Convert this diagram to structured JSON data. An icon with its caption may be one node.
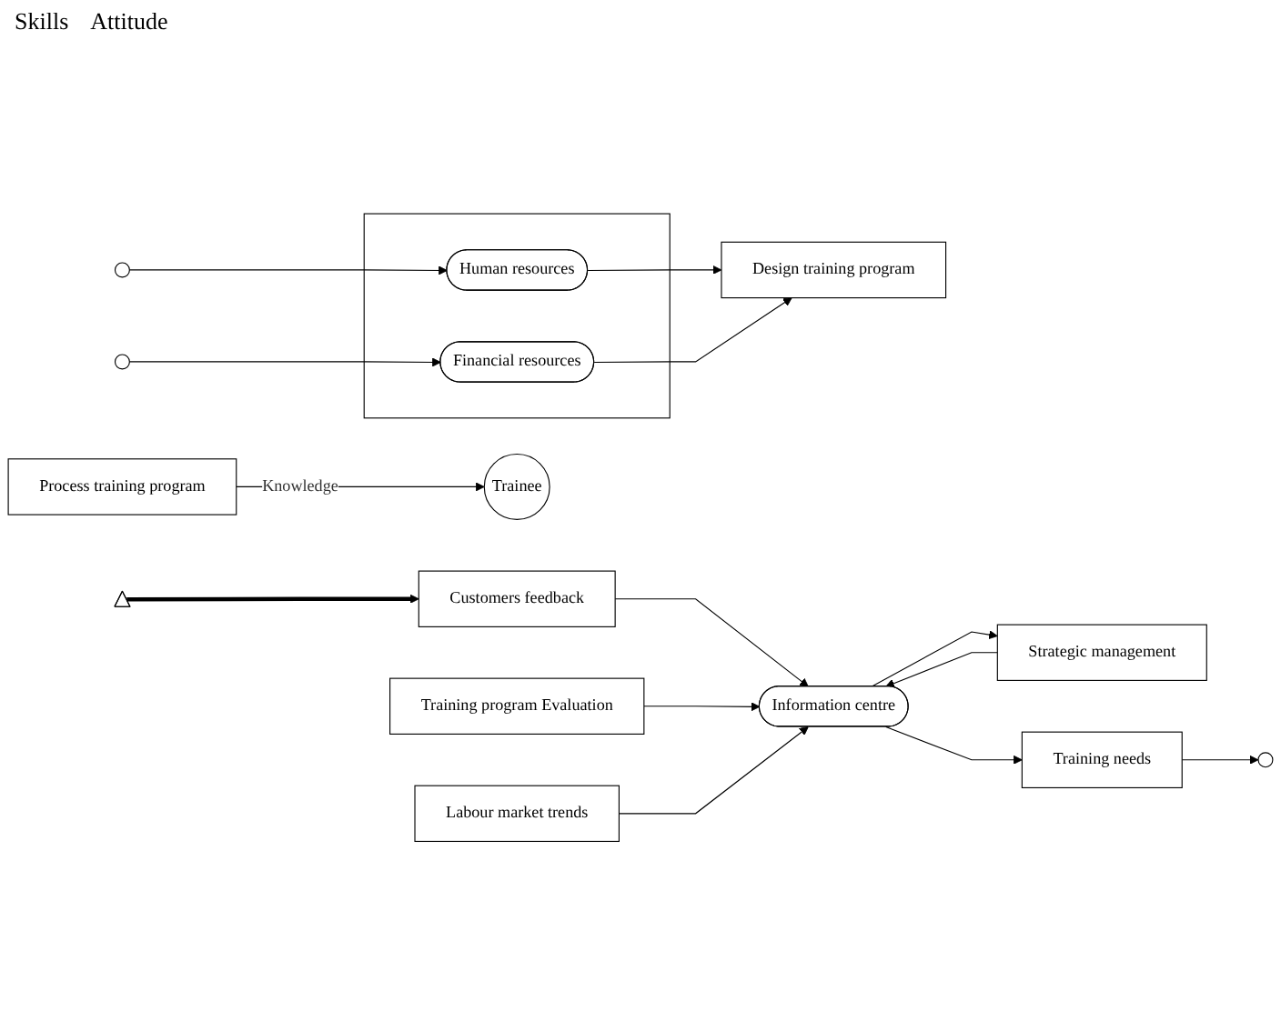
{
  "diagram": {
    "nodes": [
      {
        "text": [
          "Customers feedback"
        ]
      },
      {
        "text": [
          "Training program Evaluation"
        ]
      },
      {
        "text": [],
        "shape": "triangle"
      },
      {
        "text": [
          "Trainee"
        ]
      },
      {
        "text": [
          "Process training program"
        ]
      },
      {
        "text": [
          "Design training program"
        ]
      },
      {
        "text": [],
        "shape": "box"
      },
      {
        "text": [
          "Human resources"
        ],
        "in": 6
      },
      {
        "text": [
          "Financial resources"
        ],
        "in": 6
      },
      {
        "text": [
          "Strategic management"
        ]
      },
      {
        "text": [
          "Information centre"
        ]
      },
      {
        "text": [
          "Training needs"
        ]
      },
      {
        "text": [
          "Labour market trends"
        ]
      }
    ],
    "edges": [
      {
        "from": 2,
        "to": 0,
        "arrow": "to",
        "style": "thick"
      },
      {
        "from": 4,
        "to": 3,
        "arrow": "to",
        "label": "Knowledge"
      },
      {
        "from": 7,
        "to": 5,
        "arrow": "to"
      },
      {
        "from": 8,
        "to": 5,
        "arrow": "to"
      },
      {
        "from": null,
        "to": 7,
        "arrow": "to"
      },
      {
        "from": null,
        "to": 8,
        "arrow": "to"
      },
      {
        "from": 0,
        "to": 10,
        "arrow": "to"
      },
      {
        "from": 1,
        "to": 10,
        "arrow": "to"
      },
      {
        "from": 9,
        "to": 10,
        "arrow": "to"
      },
      {
        "from": 10,
        "to": 9,
        "arrow": "to"
      },
      {
        "from": 10,
        "to": 11,
        "arrow": "to"
      },
      {
        "from": 11,
        "to": null,
        "arrow": "to"
      },
      {
        "from": 12,
        "to": 10,
        "arrow": "to"
      }
    ],
    "labels": [
      "Skills",
      "Attitude"
    ]
  }
}
